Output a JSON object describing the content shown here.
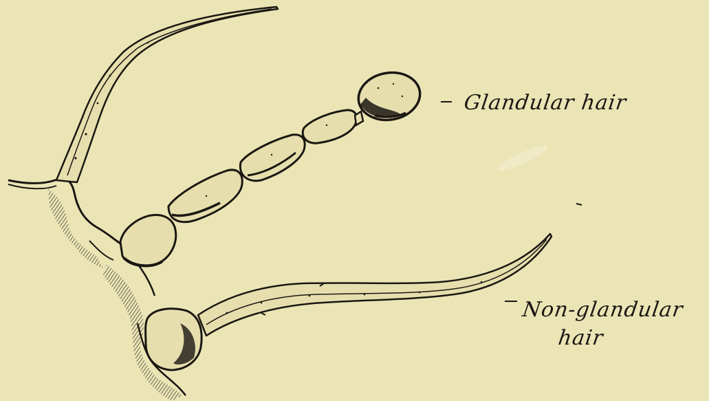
{
  "labels": {
    "glandular_hair": "Glandular hair",
    "non_glandular_line1": "Non-glandular",
    "non_glandular_line2": "hair"
  },
  "colors": {
    "paper": "#ebe5b6",
    "ink": "#1a1712",
    "cell_fill": "#e6dfad"
  }
}
